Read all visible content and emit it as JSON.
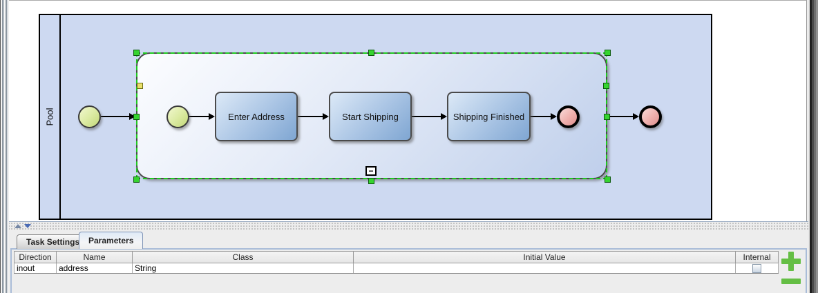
{
  "diagram": {
    "pool_label": "Pool",
    "subprocess": {
      "collapse_glyph": "−"
    },
    "tasks": [
      {
        "label": "Enter Address"
      },
      {
        "label": "Start Shipping"
      },
      {
        "label": "Shipping Finished"
      }
    ]
  },
  "tabs": [
    {
      "label": "Task Settings",
      "selected": false
    },
    {
      "label": "Parameters",
      "selected": true
    }
  ],
  "parameters_table": {
    "columns": [
      "Direction",
      "Name",
      "Class",
      "Initial Value",
      "Internal"
    ],
    "rows": [
      {
        "direction": "inout",
        "name": "address",
        "class": "String",
        "initial_value": "",
        "internal_checked": false
      }
    ]
  },
  "icons": {
    "add_button": "plus-icon",
    "remove_button": "minus-icon",
    "splitter_up": "triangle-up-icon",
    "splitter_down": "triangle-down-icon"
  },
  "colors": {
    "selection_green": "#1ECB1E",
    "handle_green": "#35D42F",
    "handle_yellow": "#E9E06A",
    "pool_fill": "#CDD9F1",
    "task_fill_top": "#DCE9F7",
    "task_fill_bottom": "#7FA6D2",
    "start_event_fill": "#C3D878",
    "end_event_fill": "#E08F8D",
    "add_remove_green": "#64BE44",
    "panel_border_blue": "#A9BCD8"
  }
}
